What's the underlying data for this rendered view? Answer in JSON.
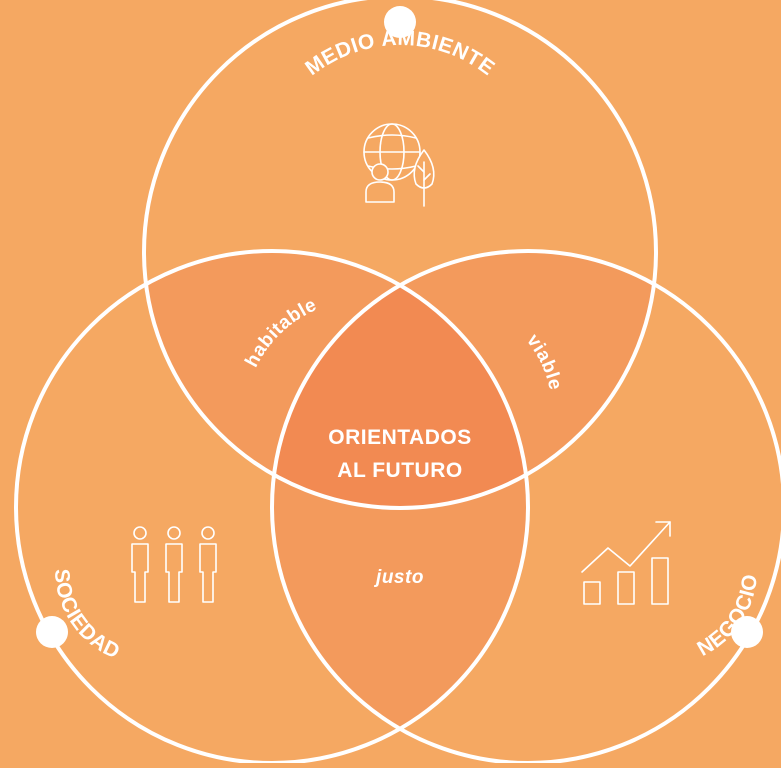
{
  "colors": {
    "background": "#F5A862",
    "pair_overlap": "#F39A5C",
    "center_overlap": "#F28A52",
    "stroke": "#FFFFFF"
  },
  "circles": {
    "environment": {
      "label": "MEDIO AMBIENTE",
      "icon": "globe-person-leaf-icon"
    },
    "society": {
      "label": "SOCIEDAD",
      "icon": "people-icon"
    },
    "business": {
      "label": "NEGOCIO",
      "icon": "growth-chart-icon"
    }
  },
  "overlaps": {
    "environment_society": "habitable",
    "environment_business": "viable",
    "society_business": "justo"
  },
  "center": {
    "line1": "ORIENTADOS",
    "line2": "AL FUTURO"
  }
}
